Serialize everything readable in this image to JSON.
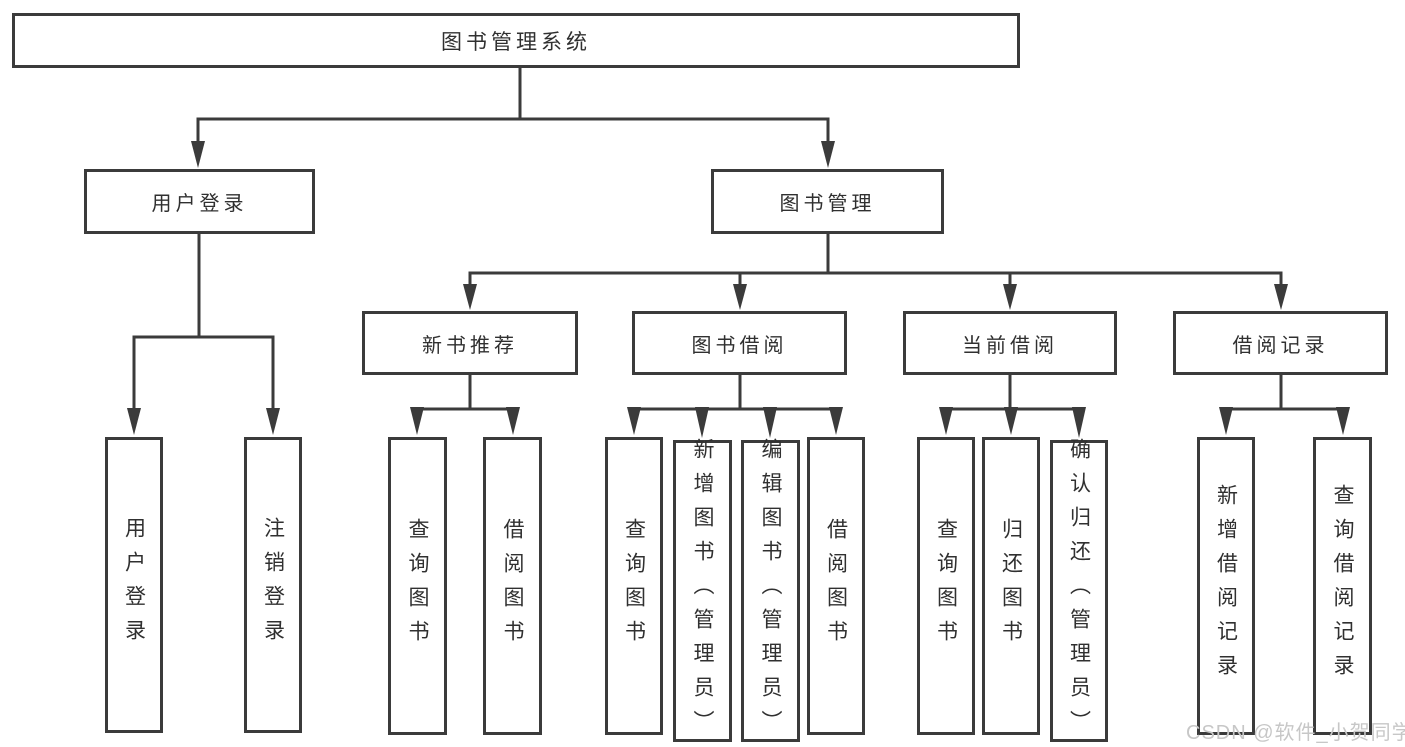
{
  "diagram": {
    "root": "图书管理系统",
    "level2": {
      "user_login": "用户登录",
      "book_management": "图书管理"
    },
    "level3": {
      "new_book_recommend": "新书推荐",
      "book_borrowing": "图书借阅",
      "current_borrowing": "当前借阅",
      "borrowing_records": "借阅记录"
    },
    "leaves": {
      "user_login": "用户登录",
      "logout": "注销登录",
      "query_books_1": "查询图书",
      "borrow_books_1": "借阅图书",
      "query_books_2": "查询图书",
      "add_books_admin": "新增图书（管理员）",
      "edit_books_admin": "编辑图书（管理员）",
      "borrow_books_2": "借阅图书",
      "query_books_3": "查询图书",
      "return_books": "归还图书",
      "confirm_return_admin": "确认归还（管理员）",
      "add_borrow_record": "新增借阅记录",
      "query_borrow_record": "查询借阅记录"
    },
    "watermark": "CSDN @软件_小贺同学",
    "colors": {
      "line": "#3b3b3b",
      "text": "#303030",
      "background": "#ffffff",
      "watermark": "#c7c7c7"
    }
  }
}
